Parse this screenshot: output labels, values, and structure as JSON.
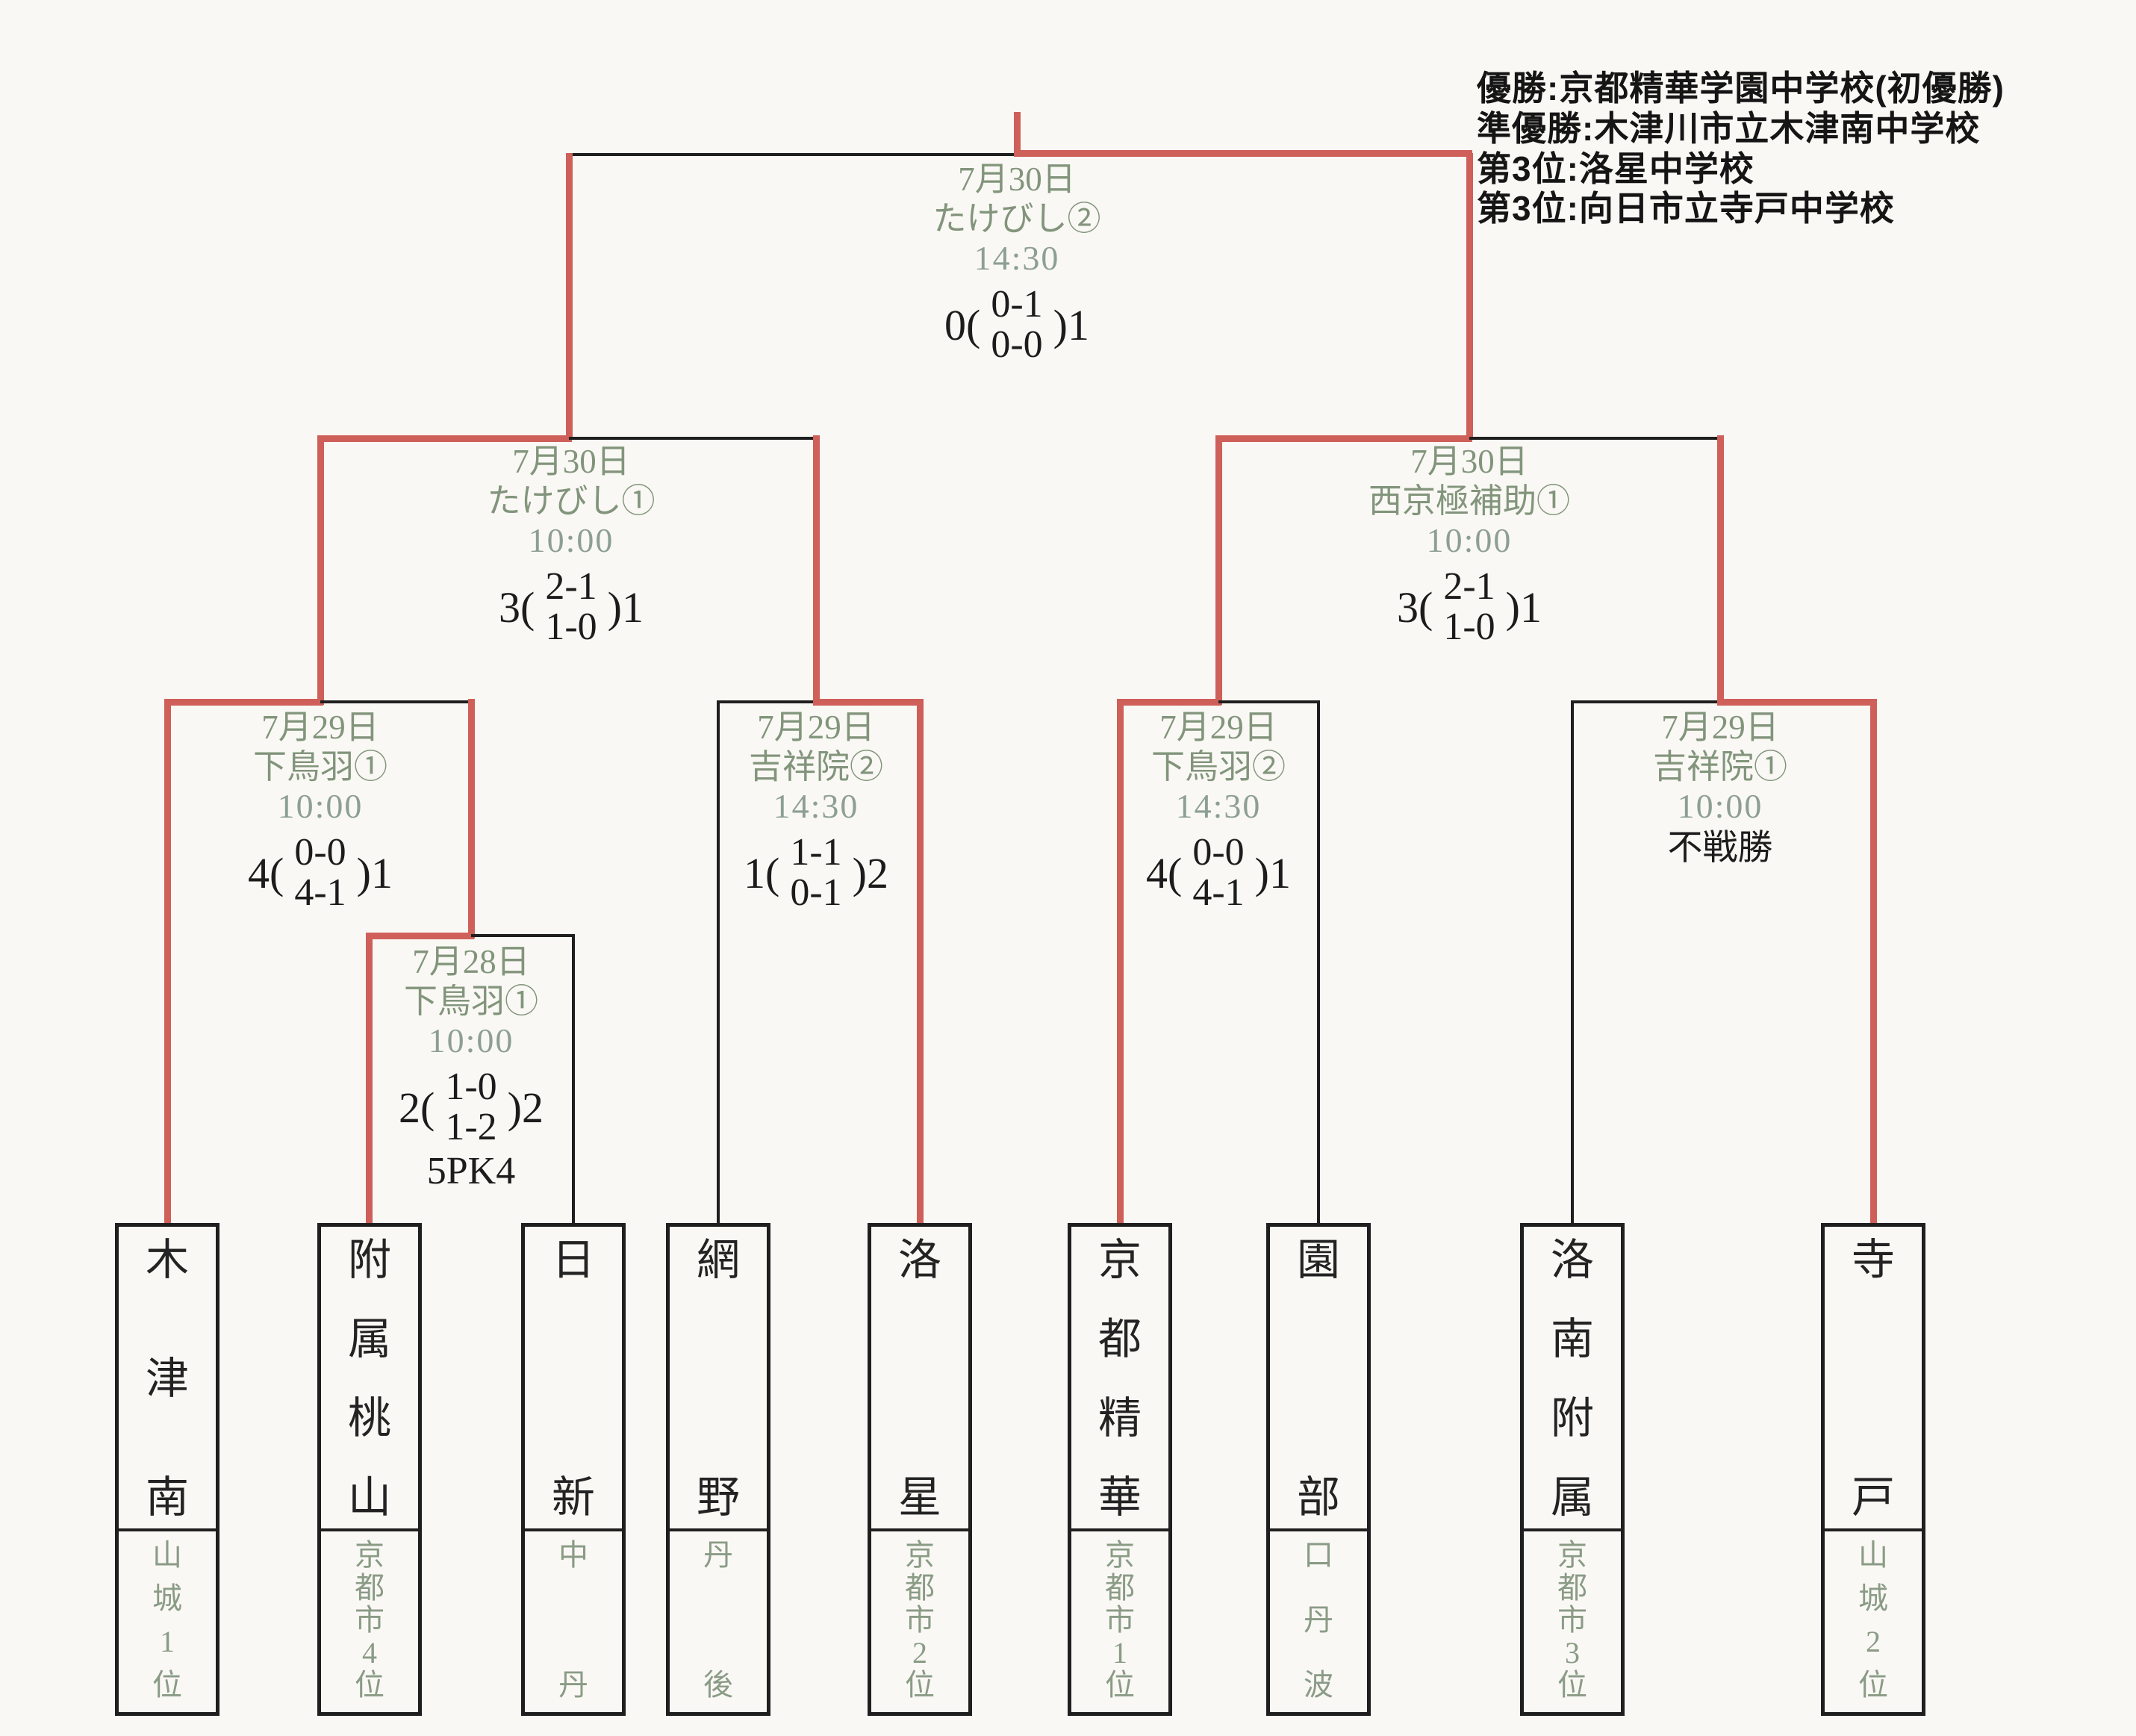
{
  "colors": {
    "page_bg": "#faf8f4",
    "advance_line": "#cf5f59",
    "bracket_line": "#1f1f1f",
    "schedule_text": "#82957c",
    "time_text": "#8d9f92",
    "seed_text": "#8a9b86",
    "score_text": "#1c1c1c"
  },
  "standings": {
    "lines": [
      "優勝:京都精華学園中学校(初優勝)",
      "準優勝:木津川市立木津南中学校",
      "第3位:洛星中学校",
      "第3位:向日市立寺戸中学校"
    ]
  },
  "matches": {
    "final": {
      "date": "7月30日",
      "venue": "たけびし②",
      "time": "14:30",
      "score_left": "0(",
      "score_top": "0-1",
      "score_bottom": "0-0",
      "score_right": ")1",
      "extra": ""
    },
    "semi_left": {
      "date": "7月30日",
      "venue": "たけびし①",
      "time": "10:00",
      "score_left": "3(",
      "score_top": "2-1",
      "score_bottom": "1-0",
      "score_right": ")1",
      "extra": ""
    },
    "semi_right": {
      "date": "7月30日",
      "venue": "西京極補助①",
      "time": "10:00",
      "score_left": "3(",
      "score_top": "2-1",
      "score_bottom": "1-0",
      "score_right": ")1",
      "extra": ""
    },
    "qf1": {
      "date": "7月29日",
      "venue": "下鳥羽①",
      "time": "10:00",
      "score_left": "4(",
      "score_top": "0-0",
      "score_bottom": "4-1",
      "score_right": ")1",
      "extra": ""
    },
    "qf2": {
      "date": "7月29日",
      "venue": "吉祥院②",
      "time": "14:30",
      "score_left": "1(",
      "score_top": "1-1",
      "score_bottom": "0-1",
      "score_right": ")2",
      "extra": ""
    },
    "qf3": {
      "date": "7月29日",
      "venue": "下鳥羽②",
      "time": "14:30",
      "score_left": "4(",
      "score_top": "0-0",
      "score_bottom": "4-1",
      "score_right": ")1",
      "extra": ""
    },
    "qf4": {
      "date": "7月29日",
      "venue": "吉祥院①",
      "time": "10:00",
      "score_left": "",
      "score_top": "",
      "score_bottom": "",
      "score_right": "",
      "extra": "不戦勝"
    },
    "round1": {
      "date": "7月28日",
      "venue": "下鳥羽①",
      "time": "10:00",
      "score_left": "2(",
      "score_top": "1-0",
      "score_bottom": "1-2",
      "score_right": ")2",
      "extra": "5PK4"
    }
  },
  "teams": [
    {
      "name": "木津南",
      "seed": "山城1位"
    },
    {
      "name": "附属桃山",
      "seed": "京都市4位"
    },
    {
      "name": "日新",
      "seed": "中丹"
    },
    {
      "name": "網野",
      "seed": "丹後"
    },
    {
      "name": "洛星",
      "seed": "京都市2位"
    },
    {
      "name": "京都精華",
      "seed": "京都市1位"
    },
    {
      "name": "園部",
      "seed": "口丹波"
    },
    {
      "name": "洛南附属",
      "seed": "京都市3位"
    },
    {
      "name": "寺戸",
      "seed": "山城2位"
    }
  ]
}
